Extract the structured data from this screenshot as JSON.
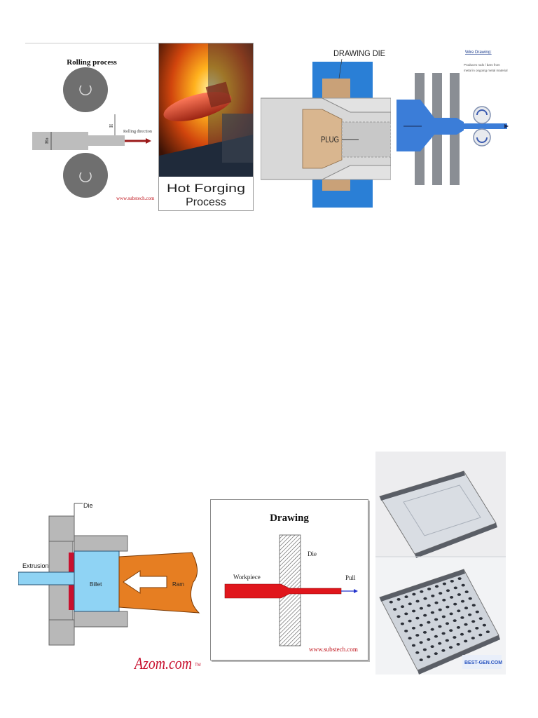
{
  "rolling": {
    "title": "Rolling process",
    "label_ho": "Ho",
    "label_h": "H",
    "direction": "Rolling direction",
    "credit": "www.substech.com"
  },
  "forging": {
    "caption_line1": "Hot Forging",
    "caption_line2": "Process"
  },
  "drawing_die": {
    "die_label": "DRAWING DIE",
    "plug_label": "PLUG"
  },
  "wire": {
    "title": "Wire Drawing:",
    "desc_line1": "Produces rods / bars from",
    "desc_line2": "metal in ongoing metal material"
  },
  "extrusion": {
    "die_label": "Die",
    "extrusion_label": "Extrusion",
    "billet_label": "Billet",
    "ram_label": "Ram",
    "logo": "Azom.com",
    "logo_tm": "TM"
  },
  "drawing": {
    "title": "Drawing",
    "die_label": "Die",
    "workpiece_label": "Workpiece",
    "pull_label": "Pull",
    "credit": "www.substech.com"
  },
  "sheet": {
    "logo": "BEST-GEN.COM"
  },
  "colors": {
    "roller_gray": "#6f6f6f",
    "strip_gray": "#bdbdbd",
    "arrow_red": "#9b1a1a",
    "die_blue": "#2a7fd6",
    "plug_tan": "#d9b68f",
    "billet_blue": "#8fd3f4",
    "ram_orange": "#e67e22",
    "workpiece_red": "#e0161c",
    "pull_blue": "#2233cc"
  }
}
